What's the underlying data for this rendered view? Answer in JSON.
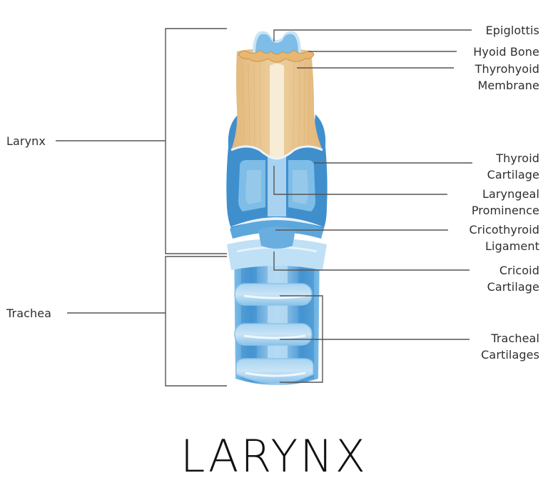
{
  "title": "LARYNX",
  "left_labels": {
    "larynx": "Larynx",
    "trachea": "Trachea"
  },
  "right_labels": [
    {
      "id": "epiglottis",
      "lines": [
        "Epiglottis"
      ]
    },
    {
      "id": "hyoid-bone",
      "lines": [
        "Hyoid Bone"
      ]
    },
    {
      "id": "thyrohyoid-membrane",
      "lines": [
        "Thyrohyoid",
        "Membrane"
      ]
    },
    {
      "id": "thyroid-cartilage",
      "lines": [
        "Thyroid",
        "Cartilage"
      ]
    },
    {
      "id": "laryngeal-prominence",
      "lines": [
        "Laryngeal",
        "Prominence"
      ]
    },
    {
      "id": "cricothyroid-ligament",
      "lines": [
        "Cricothyroid",
        "Ligament"
      ]
    },
    {
      "id": "cricoid-cartilage",
      "lines": [
        "Cricoid",
        "Cartilage"
      ]
    },
    {
      "id": "tracheal-cartilages",
      "lines": [
        "Tracheal",
        "Cartilages"
      ]
    }
  ],
  "colors": {
    "leader_line": "#555555",
    "cartilage_blue_dark": "#3d8fcf",
    "cartilage_blue_mid": "#6fb0e0",
    "cartilage_blue_light": "#a9d3ef",
    "cartilage_blue_pale": "#cfe7f7",
    "membrane_tan": "#e8c590",
    "membrane_tan_dark": "#d4a866",
    "membrane_cream": "#f6ead3",
    "text": "#2e2e2e"
  }
}
